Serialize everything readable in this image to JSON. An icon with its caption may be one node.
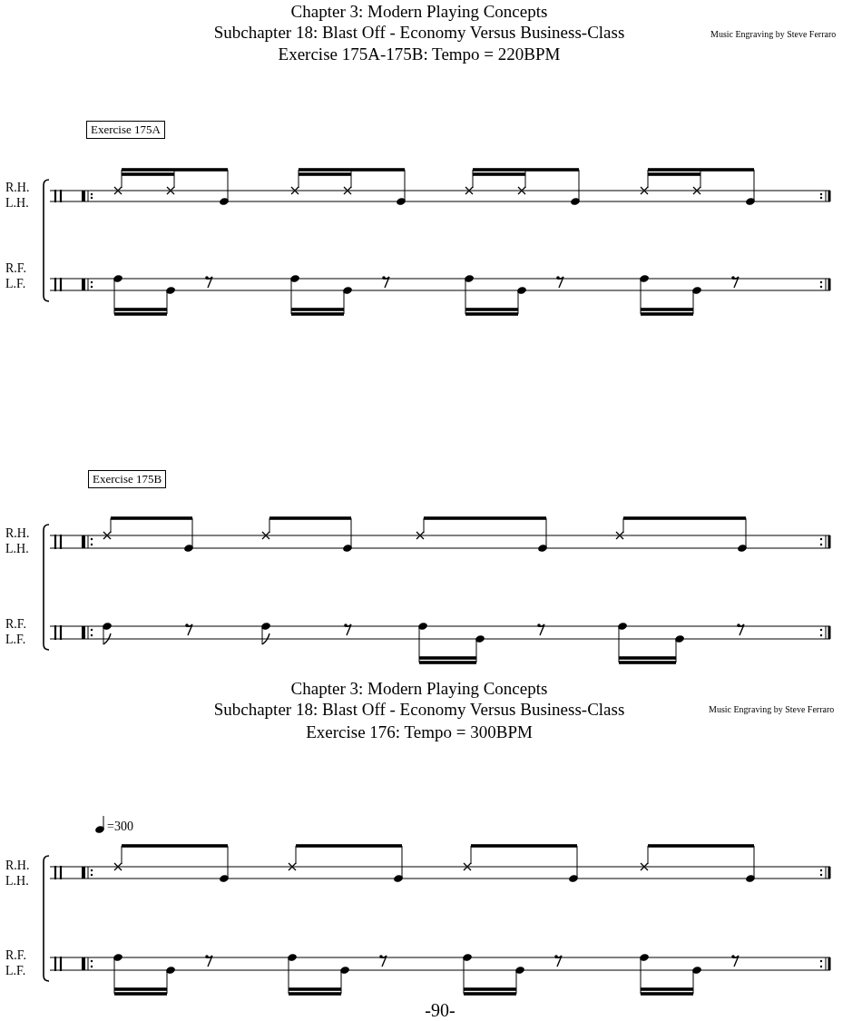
{
  "diagram": {
    "nodes": [
      {
        "text": [
          "Exercise 175A"
        ]
      },
      {
        "text": [
          "Exercise 175B"
        ]
      }
    ],
    "labels": [
      "Chapter 3: Modern Playing Concepts",
      "Subchapter 18: Blast Off - Economy Versus Business-Class",
      "Music Engraving by Steve Ferraro",
      "Exercise 175A-175B: Tempo = 220BPM",
      "R.H.",
      "L.H.",
      "R.F.",
      "L.F.",
      "R.H.",
      "L.H.",
      "R.F.",
      "L.F.",
      "Chapter 3: Modern Playing Concepts",
      "Subchapter 18: Blast Off - Economy Versus Business-Class",
      "Music Engraving by Steve Ferraro",
      "Exercise 176: Tempo = 300BPM",
      "=300",
      "R.H.",
      "L.H.",
      "R.F.",
      "L.F.",
      "-90-"
    ]
  }
}
